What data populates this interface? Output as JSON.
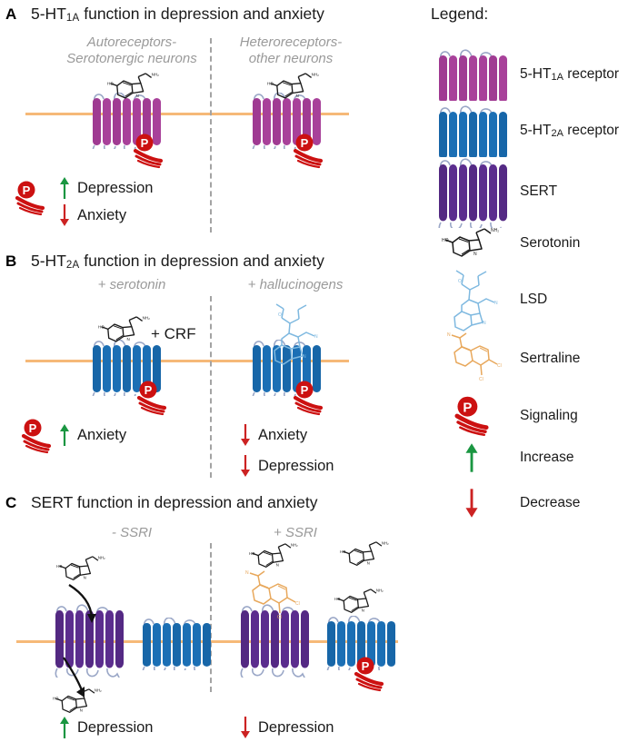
{
  "figure": {
    "colors": {
      "receptor_5ht1a": "#a8419a",
      "receptor_5ht1a_dark": "#8e2f83",
      "receptor_5ht2a": "#1b6fb5",
      "receptor_5ht2a_dark": "#12548c",
      "sert": "#5b2d8e",
      "sert_dark": "#46216e",
      "membrane": "#f6b978",
      "serotonin": "#1a1a1a",
      "lsd": "#7fb9e0",
      "sertraline": "#e8a85c",
      "signaling_red": "#cc1111",
      "increase_green": "#1a9641",
      "decrease_red": "#cc2222",
      "loop": "#9aa7c7",
      "divider": "#a3a3a3",
      "condition_text": "#9a9a9a"
    },
    "panels": [
      {
        "letter": "A",
        "title_prefix": "5-HT",
        "title_sub": "1A",
        "title_suffix": " function in depression and anxiety",
        "left_condition": "Autoreceptors-\nSerotonergic neurons",
        "right_condition": "Heteroreceptors-\nother neurons",
        "left_receptor": "5-HT1A receptor",
        "right_receptor": "5-HT1A receptor",
        "outcomes": [
          {
            "direction": "increase",
            "label": "Depression"
          },
          {
            "direction": "decrease",
            "label": "Anxiety"
          }
        ]
      },
      {
        "letter": "B",
        "title_prefix": "5-HT",
        "title_sub": "2A",
        "title_suffix": " function in depression and anxiety",
        "left_condition": "+ serotonin",
        "right_condition": "+ hallucinogens",
        "left_annotation": "+ CRF",
        "left_receptor": "5-HT2A receptor",
        "right_receptor": "5-HT2A receptor",
        "left_outcomes": [
          {
            "direction": "increase",
            "label": "Anxiety"
          }
        ],
        "right_outcomes": [
          {
            "direction": "decrease",
            "label": "Anxiety"
          },
          {
            "direction": "decrease",
            "label": "Depression"
          }
        ]
      },
      {
        "letter": "C",
        "title_prefix": "SERT",
        "title_sub": "",
        "title_suffix": " function in depression and anxiety",
        "left_condition": "- SSRI",
        "right_condition": "+ SSRI",
        "left_outcomes": [
          {
            "direction": "increase",
            "label": "Depression"
          }
        ],
        "right_outcomes": [
          {
            "direction": "decrease",
            "label": "Depression"
          }
        ]
      }
    ],
    "legend": {
      "title": "Legend:",
      "items": [
        {
          "icon": "receptor-5ht1a-icon",
          "label_prefix": "5-HT",
          "label_sub": "1A",
          "label_suffix": " receptor"
        },
        {
          "icon": "receptor-5ht2a-icon",
          "label_prefix": "5-HT",
          "label_sub": "2A",
          "label_suffix": " receptor"
        },
        {
          "icon": "sert-icon",
          "label_prefix": "SERT",
          "label_sub": "",
          "label_suffix": ""
        },
        {
          "icon": "serotonin-molecule-icon",
          "label_prefix": "Serotonin",
          "label_sub": "",
          "label_suffix": ""
        },
        {
          "icon": "lsd-molecule-icon",
          "label_prefix": "LSD",
          "label_sub": "",
          "label_suffix": ""
        },
        {
          "icon": "sertraline-molecule-icon",
          "label_prefix": "Sertraline",
          "label_sub": "",
          "label_suffix": ""
        },
        {
          "icon": "signaling-icon",
          "label_prefix": "Signaling",
          "label_sub": "",
          "label_suffix": ""
        },
        {
          "icon": "increase-arrow-icon",
          "label_prefix": "Increase",
          "label_sub": "",
          "label_suffix": ""
        },
        {
          "icon": "decrease-arrow-icon",
          "label_prefix": "Decrease",
          "label_sub": "",
          "label_suffix": ""
        }
      ]
    }
  }
}
